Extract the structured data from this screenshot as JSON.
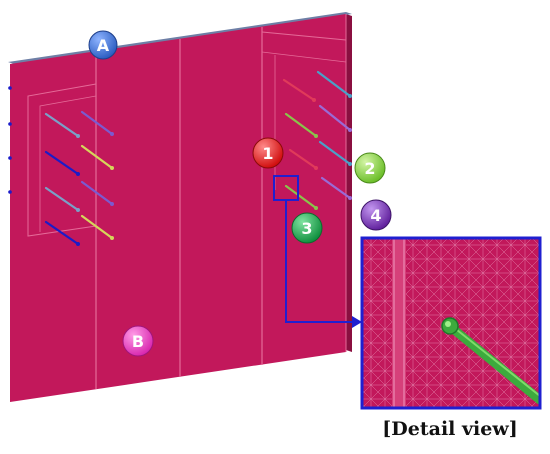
{
  "labels": {
    "A": "A",
    "B": "B",
    "n1": "1",
    "n2": "2",
    "n3": "3",
    "n4": "4"
  },
  "caption": "[Detail view]",
  "colors": {
    "wall": "#c2185b",
    "wall_dark": "#a3124c",
    "wall_line": "#e56a98",
    "top_edge": "#6e7fa6",
    "frame": "#1f1fd0",
    "label_A": "#3b6fd0",
    "label_B": "#ea3fbe",
    "label_1": "#e21b1b",
    "label_2": "#7fcf3d",
    "label_3": "#1fa44a",
    "label_4": "#7a35b6",
    "rod_green": "#3daa3d"
  },
  "rod_colors": [
    "#7aa0c8",
    "#7b5ad0",
    "#1b1bc8",
    "#d6d65a",
    "#e03a5a",
    "#8ac44a",
    "#4aa0c8",
    "#9a6ad6"
  ]
}
